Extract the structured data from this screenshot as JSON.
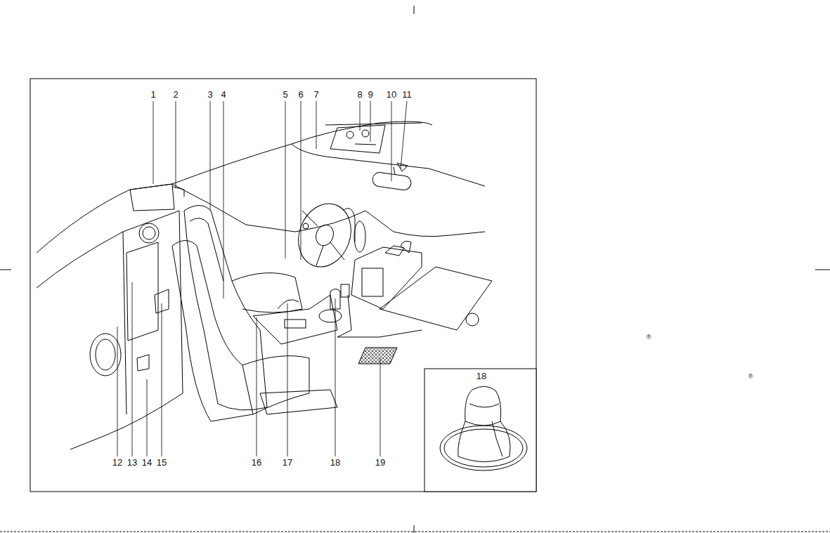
{
  "diagram": {
    "labels": [
      "1",
      "2",
      "3",
      "4",
      "5",
      "6",
      "7",
      "8",
      "9",
      "10",
      "11",
      "12",
      "13",
      "14",
      "15",
      "16",
      "17",
      "18",
      "19",
      "18",
      "®",
      "®"
    ]
  }
}
